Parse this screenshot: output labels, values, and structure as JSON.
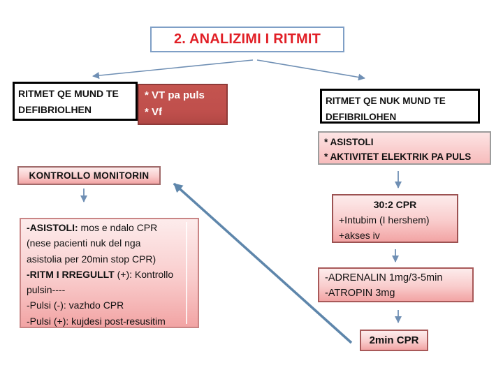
{
  "title": {
    "text": "2. ANALIZIMI I RITMIT"
  },
  "left_branch": {
    "shockable_box": {
      "line1": "RITMET QE MUND TE",
      "line2": "DEFIBRIOLHEN"
    },
    "shockable_rhythms": {
      "items": [
        "* VT pa puls",
        "* Vf"
      ]
    },
    "monitor_box": {
      "text": "KONTROLLO MONITORIN"
    },
    "notes_box": {
      "lines": [
        {
          "bold": "-ASISTOLI:",
          "rest": " mos e ndalo CPR"
        },
        {
          "bold": "",
          "rest": "(nese pacienti nuk del nga"
        },
        {
          "bold": "",
          "rest": "asistolia per 20min stop CPR)"
        },
        {
          "bold": "-RITM I RREGULLT",
          "rest": " (+): Kontrollo"
        },
        {
          "bold": "",
          "rest": "pulsin----"
        },
        {
          "bold": "",
          "rest": "-Pulsi (-): vazhdo CPR"
        },
        {
          "bold": "",
          "rest": "-Pulsi (+): kujdesi post-resusitim"
        }
      ]
    }
  },
  "right_branch": {
    "nonshockable_box": {
      "line1": "RITMET QE NUK MUND TE",
      "line2": "DEFIBRILOHEN"
    },
    "nonshockable_rhythms": {
      "items": [
        "* ASISTOLI",
        "* AKTIVITET ELEKTRIK PA PULS"
      ]
    },
    "cpr_box": {
      "title": "30:2 CPR",
      "lines": [
        "+Intubim (I hershem)",
        "+akses iv"
      ]
    },
    "drugs_box": {
      "lines": [
        "-ADRENALIN 1mg/3-5min",
        "-ATROPIN 3mg"
      ]
    },
    "cycle_box": {
      "text": "2min CPR"
    }
  },
  "colors": {
    "title_text": "#e11f26",
    "title_border": "#7f9fc6",
    "shockable_fill": "#c0504d",
    "shockable_border": "#8e3a38",
    "pink_top": "#fdecec",
    "pink_bottom": "#f2a4a4",
    "black_border": "#000000",
    "arrow_blue": "#5e86ab"
  }
}
